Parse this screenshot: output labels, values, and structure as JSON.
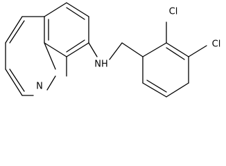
{
  "molecule": {
    "atoms": {
      "quinoline_n": "N",
      "amine": "NH",
      "chlorine_top": "Cl",
      "chlorine_right": "Cl"
    }
  }
}
